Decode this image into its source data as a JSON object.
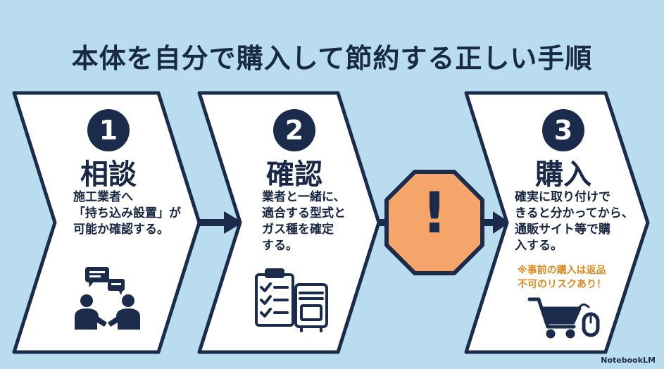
{
  "title": "本体を自分で購入して節約する正しい手順",
  "steps": [
    {
      "number": "1",
      "title": "相談",
      "lines": [
        "施工業者へ",
        "「持ち込み設置」が",
        "可能か確認する。"
      ],
      "icon": "consultation-people-icon"
    },
    {
      "number": "2",
      "title": "確認",
      "lines": [
        "業者と一緒に、",
        "適合する型式と",
        "ガス種を確定",
        "する。"
      ],
      "icon": "checklist-appliance-icon"
    },
    {
      "number": "3",
      "title": "購入",
      "lines": [
        "確実に取り付けで",
        "きると分かってから、",
        "通販サイト等で購",
        "入する。"
      ],
      "warning_lines": [
        "※事前の購入は返品",
        "不可のリスクあり！"
      ],
      "icon": "shopping-cart-mouse-icon"
    }
  ],
  "warning_symbol": "!",
  "branding": "NotebookLM",
  "colors": {
    "background": "#b9dcef",
    "navy": "#1b2b4b",
    "white": "#ffffff",
    "warning_fill": "#f5a46a",
    "warning_text": "#e0861e"
  }
}
